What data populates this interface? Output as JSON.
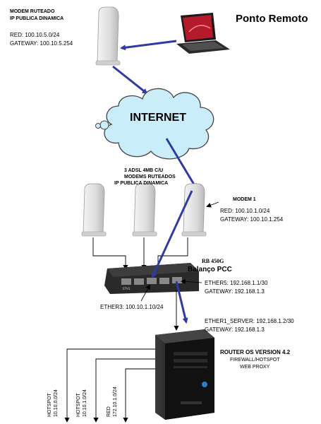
{
  "remote_modem": {
    "title_line1": "MODEM RUTEADO",
    "title_line2": "IP PUBLICA DINAMICA",
    "red": "RED: 100.10.5.0/24",
    "gateway": "GATEWAY: 100.10.5.254"
  },
  "remote_point": {
    "label": "Ponto Remoto"
  },
  "internet": {
    "label": "INTERNET"
  },
  "adsl_group": {
    "line1": "3 ADSL 4MB C/U",
    "line2": "MODEMS RUTEADOS",
    "line3": "IP PUBLICA DINAMICA"
  },
  "modem1": {
    "title": "MODEM 1",
    "red": "RED: 100.10.1.0/24",
    "gateway": "GATEWAY: 100.10.1.254"
  },
  "rb450g": {
    "model": "RB 450G",
    "subtitle": "Balanço PCC",
    "ether5_ip": "ETHER5: 192.168.1.1/30",
    "ether5_gw": "GATEWAY: 192.168.1.3",
    "ether3_ip": "ETHER3: 100.10.1.10/24"
  },
  "server": {
    "ether1": "ETHER1_SERVER: 192.168.1.2/30",
    "gateway": "GATEWAY: 192.168.1.3",
    "title": "ROUTER OS VERSION 4.2",
    "subtitle1": "FIREWALL/HOTSPOT",
    "subtitle2": "WEB PROXY"
  },
  "outputs": [
    {
      "line1": "HOTSPOT",
      "line2": "10.10.0.0/24"
    },
    {
      "line1": "HOTSPOT",
      "line2": "10.10.1.0/24"
    },
    {
      "line1": "RED",
      "line2": "172.10.1.0/24"
    }
  ],
  "colors": {
    "arrow": "#2f3aa8",
    "cloud_fill": "#c9eef9",
    "cloud_stroke": "#444444",
    "router_body": "#2a2a2a",
    "server_body": "#1c1c1c"
  }
}
